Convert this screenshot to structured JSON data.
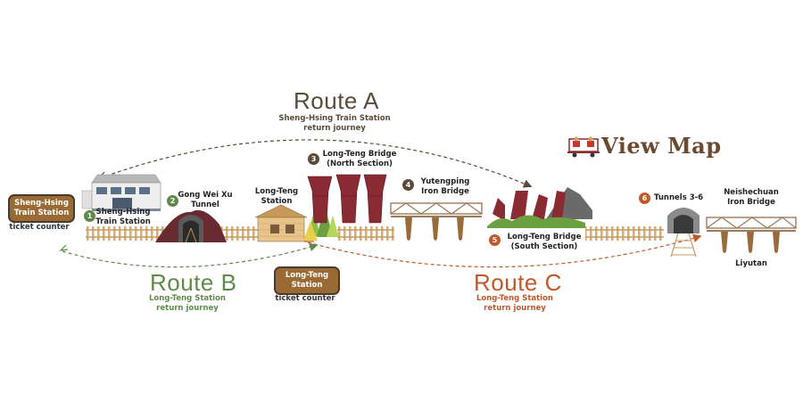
{
  "routes": {
    "a": {
      "title": "Route A",
      "sub1": "Sheng-Hsing Train Station",
      "sub2": "return journey",
      "color": "#5a4a3a"
    },
    "b": {
      "title": "Route B",
      "sub1": "Long-Teng Station",
      "sub2": "return journey",
      "color": "#5e8a4a"
    },
    "c": {
      "title": "Route C",
      "sub1": "Long-Teng Station",
      "sub2": "return journey",
      "color": "#c0582a"
    }
  },
  "view_map": {
    "label": "View Map",
    "icon": "tram-icon"
  },
  "stops": [
    {
      "num": "1",
      "line1": "Sheng-Hsing",
      "line2": "Train Station",
      "color": "#5e8a4a"
    },
    {
      "num": "2",
      "line1": "Gong Wei Xu",
      "line2": "Tunnel",
      "color": "#5e8a4a"
    },
    {
      "num": "",
      "line1": "Long-Teng",
      "line2": "Station",
      "color": ""
    },
    {
      "num": "3",
      "line1": "Long-Teng Bridge",
      "line2": "(North Section)",
      "color": "#5a4a3a"
    },
    {
      "num": "4",
      "line1": "Yutengping",
      "line2": "Iron Bridge",
      "color": "#5a4a3a"
    },
    {
      "num": "5",
      "line1": "Long-Teng Bridge",
      "line2": "(South Section)",
      "color": "#c0582a"
    },
    {
      "num": "6",
      "line1": "Tunnels 3-6",
      "line2": "",
      "color": "#c0582a"
    },
    {
      "num": "",
      "line1": "Neishechuan",
      "line2": "Iron Bridge",
      "color": ""
    }
  ],
  "terminal_label": "Liyutan",
  "badges": {
    "sheng_hsing": {
      "line1": "Sheng-Hsing",
      "line2": "Train Station",
      "caption": "ticket counter"
    },
    "long_teng": {
      "line1": "Long-Teng",
      "line2": "Station",
      "caption": "ticket counter"
    }
  },
  "colors": {
    "track": "#c89a5a",
    "brick": "#8a2a32",
    "pillar": "#9a6a3a",
    "badge_fill": "#9a6a34"
  }
}
